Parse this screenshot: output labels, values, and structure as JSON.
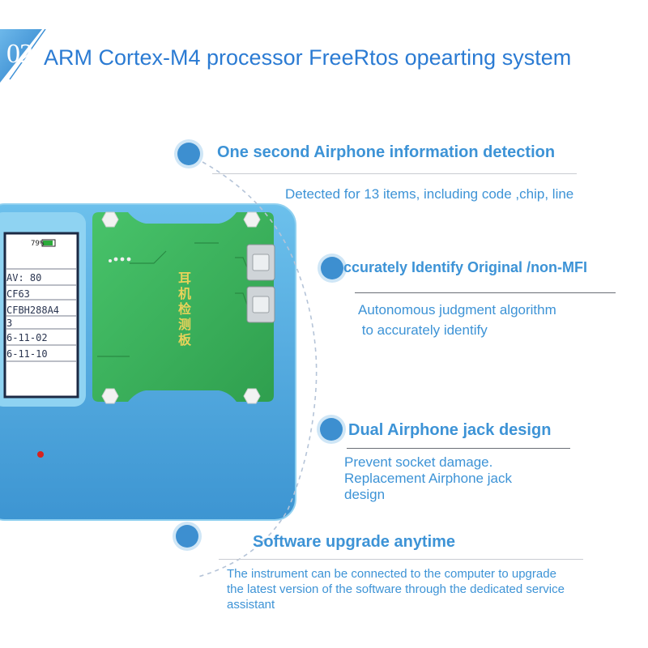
{
  "header": {
    "number": "02",
    "title": "ARM Cortex-M4 processor FreeRtos opearting system"
  },
  "device": {
    "battery": "79%",
    "lcd_lines": [
      "AV: 80",
      "CF63",
      "CFBH288A4",
      "3",
      "6-11-02",
      "6-11-10"
    ],
    "board_label": "耳机检测板"
  },
  "features": [
    {
      "title": "One second Airphone information detection",
      "description": [
        "Detected for 13 items, including code ,chip, line"
      ]
    },
    {
      "title": "ccurately Identify Original /non-MFI",
      "description": [
        "Autonomous judgment algorithm",
        " to accurately identify"
      ]
    },
    {
      "title": "Dual Airphone jack design",
      "description": [
        "Prevent socket damage.",
        "Replacement Airphone jack",
        "design"
      ]
    },
    {
      "title": "Software upgrade anytime",
      "description": [
        "The instrument can be connected to the computer to upgrade",
        "the latest version of the software through the dedicated service",
        "assistant"
      ]
    }
  ],
  "colors": {
    "accent": "#3d93d6",
    "header_blue": "#2b7bd3",
    "device_blue": "#4ea7dd",
    "board_green": "#3bb25a"
  }
}
